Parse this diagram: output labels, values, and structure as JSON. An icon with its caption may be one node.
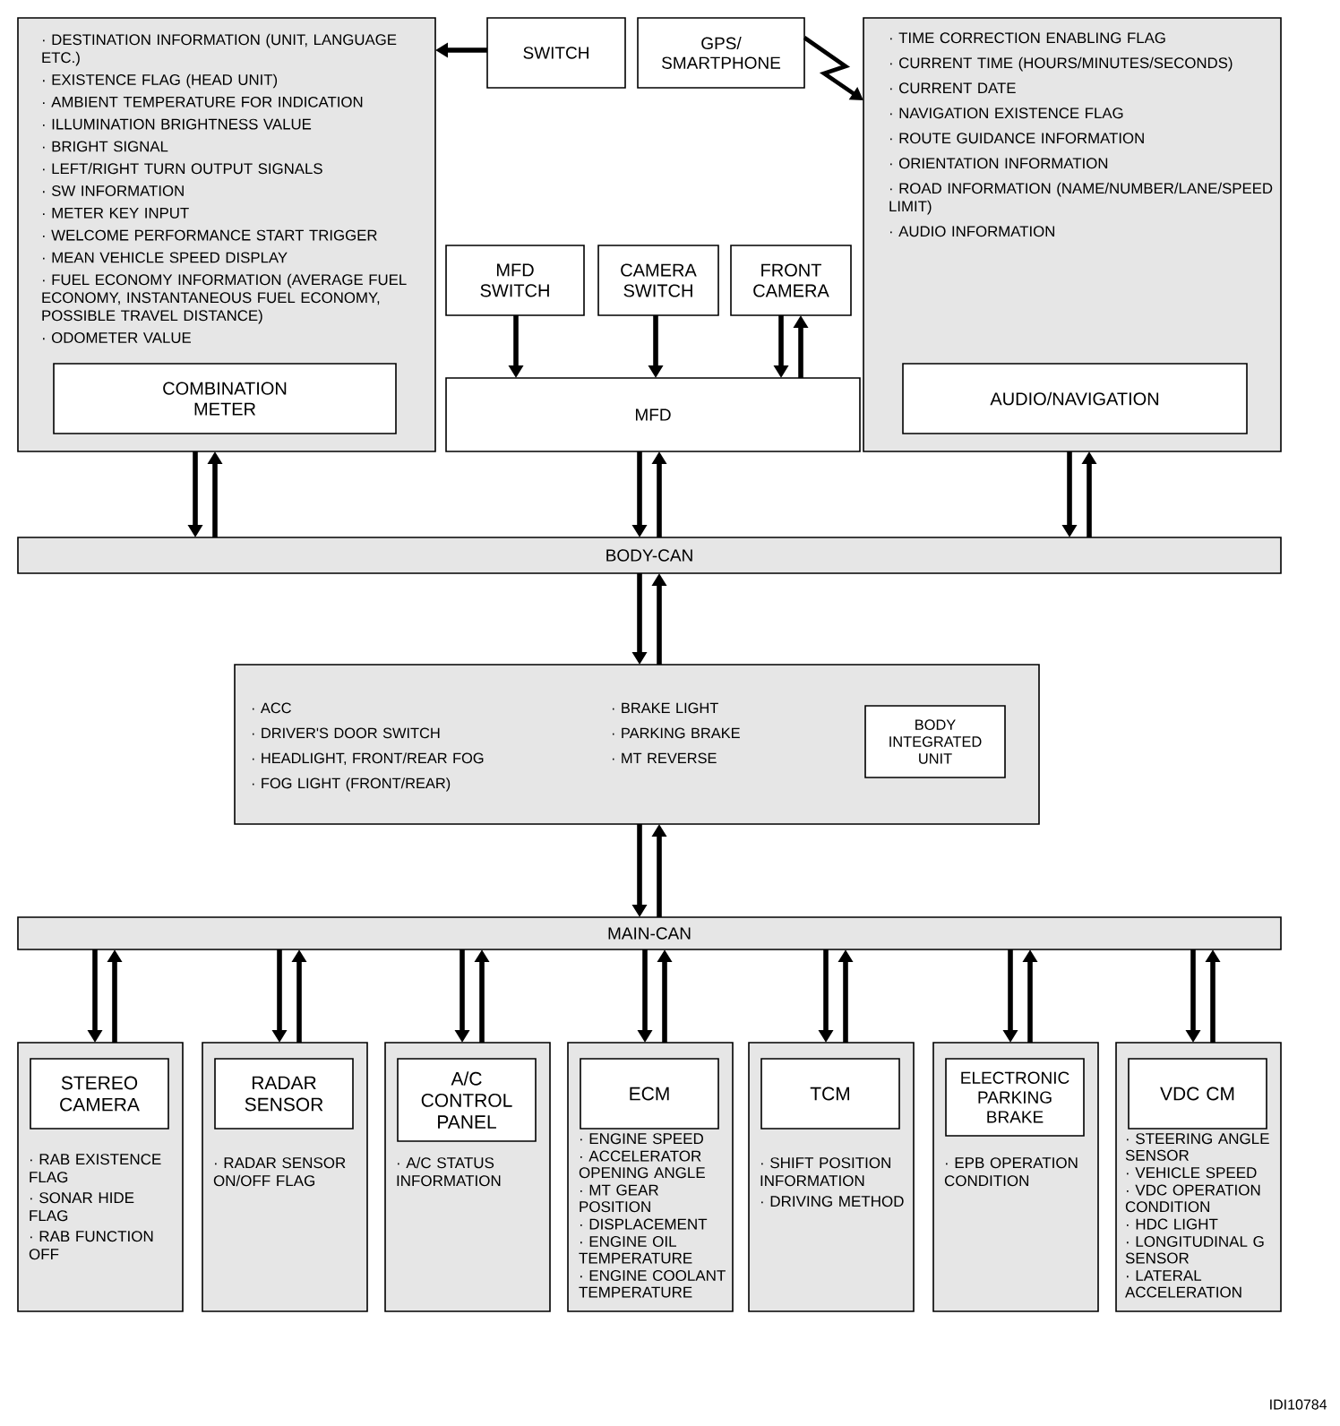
{
  "diagram": {
    "nodes": [
      {
        "text": [
          "· DESTINATION INFORMATION (UNIT, LANGUAGE ETC.)",
          "· EXISTENCE FLAG (HEAD UNIT)",
          "· AMBIENT TEMPERATURE FOR INDICATION",
          "· ILLUMINATION BRIGHTNESS VALUE",
          "· BRIGHT SIGNAL",
          "· LEFT/RIGHT TURN OUTPUT SIGNALS",
          "· SW INFORMATION",
          "· METER KEY INPUT",
          "· WELCOME PERFORMANCE START TRIGGER",
          "· MEAN VEHICLE SPEED DISPLAY",
          "· FUEL ECONOMY INFORMATION (AVERAGE FUEL ECONOMY, INSTANTANEOUS FUEL ECONOMY, POSSIBLE TRAVEL DISTANCE)",
          "· ODOMETER VALUE"
        ]
      },
      {
        "text": [
          "COMBINATION METER"
        ],
        "in": 0
      },
      {
        "text": [
          "SWITCH"
        ]
      },
      {
        "text": [
          "GPS/ SMARTPHONE"
        ]
      },
      {
        "text": [
          "· TIME CORRECTION ENABLING FLAG",
          "· CURRENT TIME (HOURS/MINUTES/SECONDS)",
          "· CURRENT DATE",
          "· NAVIGATION EXISTENCE FLAG",
          "· ROUTE GUIDANCE INFORMATION",
          "· ORIENTATION INFORMATION",
          "· ROAD INFORMATION (NAME/NUMBER/LANE/SPEED LIMIT)",
          "· AUDIO INFORMATION"
        ]
      },
      {
        "text": [
          "AUDIO/NAVIGATION"
        ],
        "in": 4
      },
      {
        "text": [
          "MFD SWITCH"
        ]
      },
      {
        "text": [
          "CAMERA SWITCH"
        ]
      },
      {
        "text": [
          "FRONT CAMERA"
        ]
      },
      {
        "text": [
          "MFD"
        ]
      },
      {
        "text": [
          "BODY-CAN"
        ]
      },
      {
        "text": [
          "· ACC",
          "· DRIVER'S DOOR SWITCH",
          "· HEADLIGHT, FRONT/REAR FOG",
          "· FOG LIGHT (FRONT/REAR)",
          "· BRAKE LIGHT",
          "· PARKING BRAKE",
          "· MT REVERSE"
        ]
      },
      {
        "text": [
          "BODY INTEGRATED UNIT"
        ],
        "in": 11
      },
      {
        "text": [
          "MAIN-CAN"
        ]
      },
      {
        "text": [
          "· RAB EXISTENCE FLAG",
          "· SONAR HIDE FLAG",
          "· RAB FUNCTION OFF"
        ]
      },
      {
        "text": [
          "STEREO CAMERA"
        ],
        "in": 14
      },
      {
        "text": [
          "· RADAR SENSOR ON/OFF FLAG"
        ]
      },
      {
        "text": [
          "RADAR SENSOR"
        ],
        "in": 16
      },
      {
        "text": [
          "· A/C STATUS INFORMATION"
        ]
      },
      {
        "text": [
          "A/C CONTROL PANEL"
        ],
        "in": 18
      },
      {
        "text": [
          "· ENGINE SPEED",
          "· ACCELERATOR OPENING ANGLE",
          "· MT GEAR POSITION",
          "· DISPLACEMENT",
          "· ENGINE OIL TEMPERATURE",
          "· ENGINE COOLANT TEMPERATURE"
        ]
      },
      {
        "text": [
          "ECM"
        ],
        "in": 20
      },
      {
        "text": [
          "· SHIFT POSITION INFORMATION",
          "· DRIVING METHOD"
        ]
      },
      {
        "text": [
          "TCM"
        ],
        "in": 22
      },
      {
        "text": [
          "· EPB OPERATION CONDITION"
        ]
      },
      {
        "text": [
          "ELECTRONIC PARKING BRAKE"
        ],
        "in": 24
      },
      {
        "text": [
          "· STEERING ANGLE SENSOR",
          "· VEHICLE SPEED",
          "· VDC OPERATION CONDITION",
          "· HDC LIGHT",
          "· LONGITUDINAL G SENSOR",
          "· LATERAL ACCELERATION"
        ]
      },
      {
        "text": [
          "VDC CM"
        ],
        "in": 26
      }
    ],
    "edges": [
      {
        "from": 2,
        "to": 0,
        "arrow": "to"
      },
      {
        "from": 3,
        "to": 4,
        "arrow": "to"
      },
      {
        "from": 6,
        "to": 9,
        "arrow": "to"
      },
      {
        "from": 7,
        "to": 9,
        "arrow": "to"
      },
      {
        "from": 8,
        "to": 9,
        "arrow": "to"
      },
      {
        "from": 9,
        "to": 8,
        "arrow": "to"
      },
      {
        "from": 0,
        "to": 10,
        "arrow": "to"
      },
      {
        "from": 10,
        "to": 0,
        "arrow": "to"
      },
      {
        "from": 9,
        "to": 10,
        "arrow": "to"
      },
      {
        "from": 10,
        "to": 9,
        "arrow": "to"
      },
      {
        "from": 4,
        "to": 10,
        "arrow": "to"
      },
      {
        "from": 10,
        "to": 4,
        "arrow": "to"
      },
      {
        "from": 10,
        "to": 11,
        "arrow": "to"
      },
      {
        "from": 11,
        "to": 10,
        "arrow": "to"
      },
      {
        "from": 11,
        "to": 13,
        "arrow": "to"
      },
      {
        "from": 13,
        "to": 11,
        "arrow": "to"
      },
      {
        "from": 13,
        "to": 14,
        "arrow": "to"
      },
      {
        "from": 14,
        "to": 13,
        "arrow": "to"
      },
      {
        "from": 13,
        "to": 16,
        "arrow": "to"
      },
      {
        "from": 16,
        "to": 13,
        "arrow": "to"
      },
      {
        "from": 13,
        "to": 18,
        "arrow": "to"
      },
      {
        "from": 18,
        "to": 13,
        "arrow": "to"
      },
      {
        "from": 13,
        "to": 20,
        "arrow": "to"
      },
      {
        "from": 20,
        "to": 13,
        "arrow": "to"
      },
      {
        "from": 13,
        "to": 22,
        "arrow": "to"
      },
      {
        "from": 22,
        "to": 13,
        "arrow": "to"
      },
      {
        "from": 13,
        "to": 24,
        "arrow": "to"
      },
      {
        "from": 24,
        "to": 13,
        "arrow": "to"
      },
      {
        "from": 13,
        "to": 26,
        "arrow": "to"
      },
      {
        "from": 26,
        "to": 13,
        "arrow": "to"
      }
    ],
    "labels": [
      "IDI10784"
    ]
  }
}
